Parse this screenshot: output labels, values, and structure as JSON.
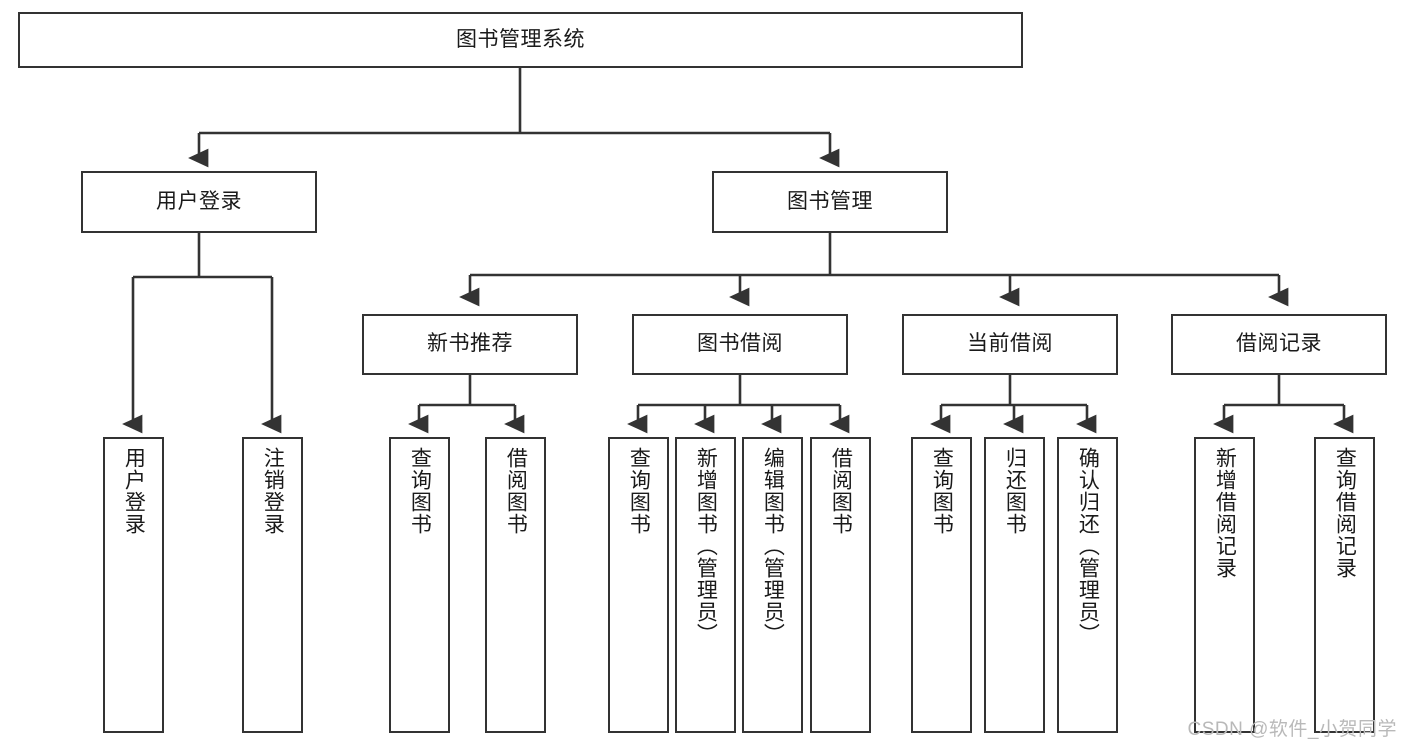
{
  "diagram": {
    "title": "图书管理系统",
    "type": "tree-hierarchy-chart",
    "colors": {
      "box_border": "#333333",
      "box_fill": "#ffffff",
      "edge": "#333333",
      "text": "#1a1a1a",
      "watermark": "#b9b9b9",
      "background": "#ffffff"
    }
  },
  "nodes": {
    "root": {
      "label": "图书管理系统"
    },
    "level2": [
      {
        "label": "用户登录"
      },
      {
        "label": "图书管理"
      }
    ],
    "level3": [
      {
        "label": "新书推荐"
      },
      {
        "label": "图书借阅"
      },
      {
        "label": "当前借阅"
      },
      {
        "label": "借阅记录"
      }
    ],
    "leaves": {
      "user_login": [
        {
          "label": "用户登录"
        },
        {
          "label": "注销登录"
        }
      ],
      "new_book": [
        {
          "label": "查询图书"
        },
        {
          "label": "借阅图书"
        }
      ],
      "book_borrow": [
        {
          "label": "查询图书"
        },
        {
          "label": "新增图书（管理员）"
        },
        {
          "label": "编辑图书（管理员）"
        },
        {
          "label": "借阅图书"
        }
      ],
      "current_borrow": [
        {
          "label": "查询图书"
        },
        {
          "label": "归还图书"
        },
        {
          "label": "确认归还（管理员）"
        }
      ],
      "borrow_record": [
        {
          "label": "新增借阅记录"
        },
        {
          "label": "查询借阅记录"
        }
      ]
    }
  },
  "watermark": {
    "text": "CSDN @软件_小贺同学"
  }
}
